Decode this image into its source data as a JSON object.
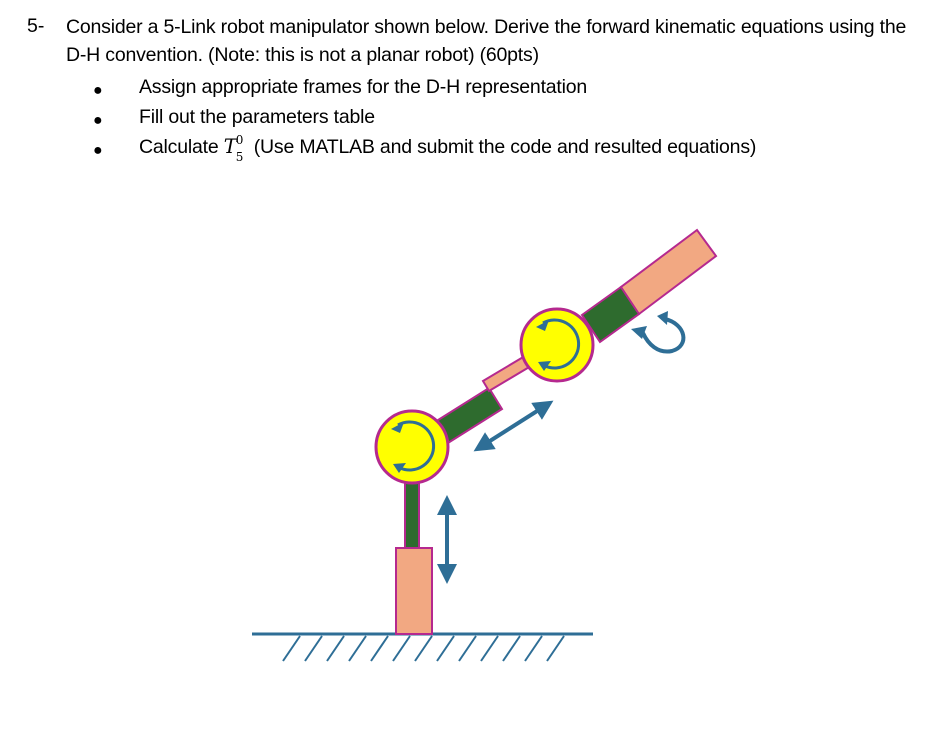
{
  "question": {
    "number": "5-",
    "text": "Consider a 5-Link robot manipulator shown below. Derive the forward kinematic equations using the D-H convention. (Note: this is not a planar robot) (60pts)"
  },
  "bullets": [
    {
      "text": "Assign appropriate frames for the D-H representation"
    },
    {
      "text": "Fill out the parameters table"
    },
    {
      "prefix": "Calculate",
      "math_symbol": "T",
      "math_sup": "0",
      "math_sub": "5",
      "suffix": "(Use MATLAB and submit the code and resulted equations)"
    }
  ],
  "figure": {
    "colors": {
      "link_orange": "#f2a882",
      "link_green": "#2e6b2e",
      "outline": "#b5298f",
      "joint_yellow": "#ffff00",
      "arrow_blue": "#2e6e96",
      "ground": "#2e6e96"
    },
    "joints": {
      "base": "prismatic",
      "joint_1": "revolute",
      "mid_link": "prismatic",
      "joint_2": "revolute",
      "end_link": "revolute"
    }
  }
}
